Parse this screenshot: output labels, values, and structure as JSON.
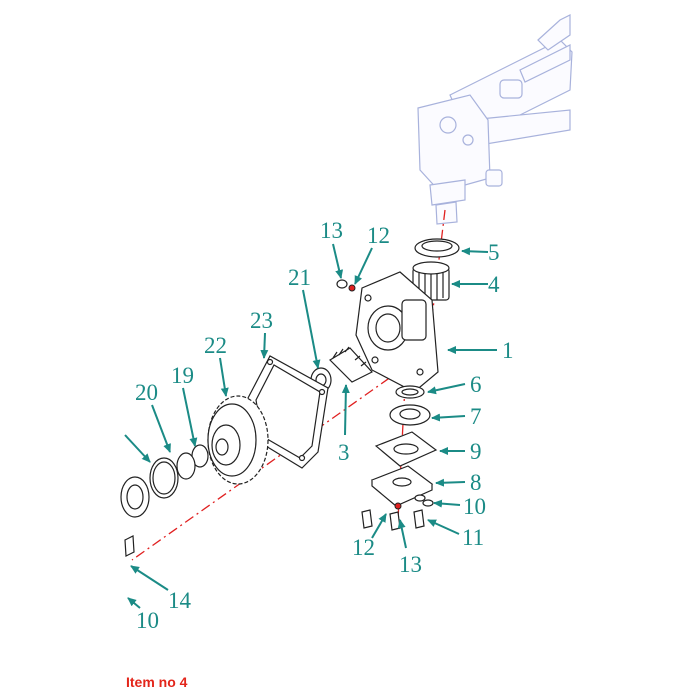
{
  "caption": "Item no 4",
  "colors": {
    "label": "#1b8b86",
    "axis_line": "#e02020",
    "caption": "#e3261b",
    "ghost_assembly": "#a8b2dc"
  },
  "callouts": [
    "13",
    "12",
    "5",
    "4",
    "21",
    "23",
    "1",
    "22",
    "6",
    "19",
    "20",
    "7",
    "3",
    "9",
    "8",
    "10",
    "11",
    "12",
    "13",
    "14",
    "10"
  ]
}
